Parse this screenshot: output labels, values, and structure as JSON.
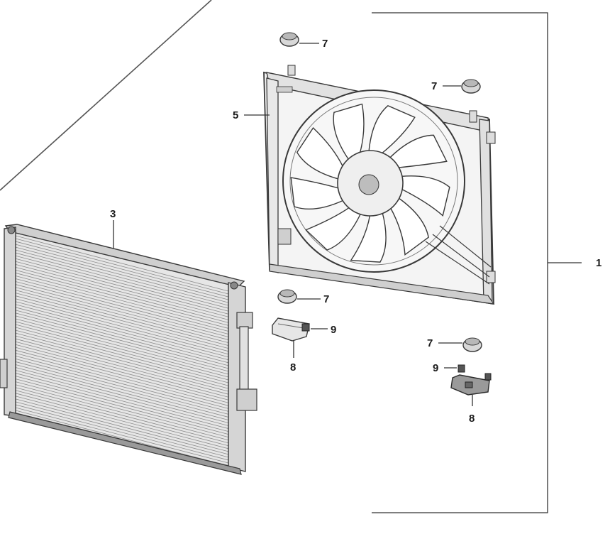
{
  "callouts": {
    "assembly": "1",
    "condenser": "3",
    "fan_shroud": "5",
    "grommet_top": "7",
    "grommet_top_right": "7",
    "grommet_mid": "7",
    "grommet_lower_right": "7",
    "clip_left": "9",
    "clip_right": "9",
    "bracket_left": "8",
    "bracket_right": "8"
  },
  "colors": {
    "line": "#3a3a3a",
    "fill_light": "#f2f2f2",
    "fill_mid": "#dcdcdc",
    "fill_dark": "#9a9a9a"
  }
}
